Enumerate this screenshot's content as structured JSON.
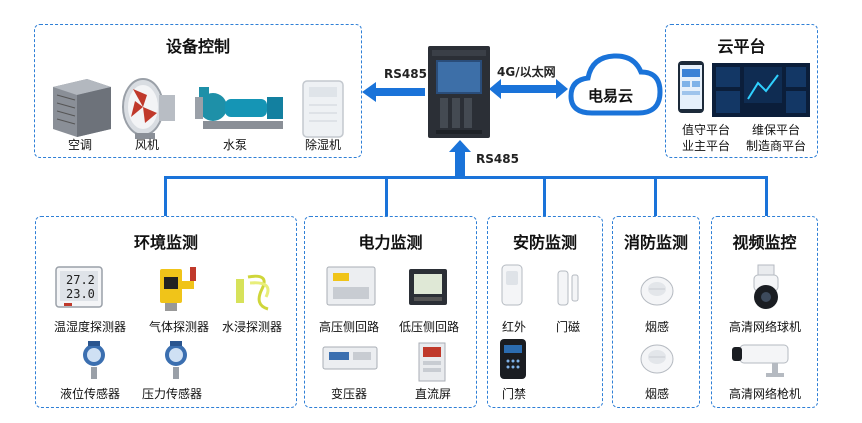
{
  "device_control": {
    "title": "设备控制",
    "items": [
      "空调",
      "风机",
      "水泵",
      "除湿机"
    ]
  },
  "cloud_platform": {
    "title": "云平台",
    "items": [
      "值守平台",
      "维保平台",
      "业主平台",
      "制造商平台"
    ]
  },
  "links": {
    "left": "RS485",
    "right": "4G/以太网",
    "down": "RS485"
  },
  "cloud": {
    "label": "电易云"
  },
  "environment": {
    "title": "环境监测",
    "items": [
      "温湿度探测器",
      "气体探测器",
      "水浸探测器",
      "液位传感器",
      "压力传感器"
    ],
    "display_values": [
      "27.2",
      "23.0"
    ]
  },
  "power": {
    "title": "电力监测",
    "items": [
      "高压侧回路",
      "低压侧回路",
      "变压器",
      "直流屏"
    ]
  },
  "security": {
    "title": "安防监测",
    "items": [
      "红外",
      "门磁",
      "门禁"
    ]
  },
  "fire": {
    "title": "消防监测",
    "items": [
      "烟感",
      "烟感"
    ]
  },
  "video": {
    "title": "视频监控",
    "items": [
      "高清网络球机",
      "高清网络枪机"
    ]
  },
  "colors": {
    "panel_border": "#2f7fd6",
    "arrow": "#1a73d9",
    "bus": "#1a73d9"
  }
}
